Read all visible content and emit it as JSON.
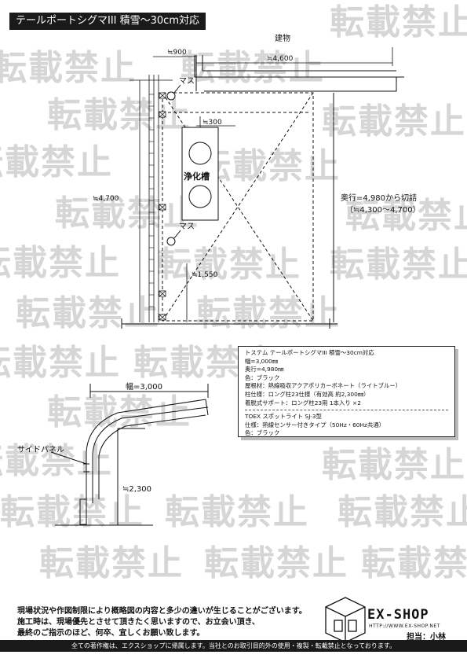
{
  "title": "テールポートシグマIII 積雪～30cm対応",
  "watermark": "転載禁止",
  "plan": {
    "building": "建物",
    "dim_900": "≒900",
    "dim_4600": "≒4,600",
    "dim_300": "≒300",
    "dim_4700": "≒4,700",
    "dim_1550": "≒1,550",
    "masu": "マス",
    "septic": "浄化槽",
    "depth": "奥行=4,980から切詰",
    "depth_range": "（≒4,300～4,700）"
  },
  "elevation": {
    "width": "幅=3,000",
    "side_panel": "サイドパネル",
    "height": "≒2,300"
  },
  "spec": {
    "line1": "トステム テールポートシグマIII 積雪～30cm対応",
    "line2": "幅=3,000㎜",
    "line3": "奥行=4,980㎜",
    "line4": "色：ブラック",
    "line5": "屋根材：熱線吸収アクアポリカーボネート（ライトブルー）",
    "line6": "柱仕様：ロング柱23仕様（有効高 約2,300㎜）",
    "line7": "着脱式サポート：ロング柱23用 1本入り ×2",
    "line8": "TOEX スポットライト SJ-3型",
    "line9": "仕様：熱線センサー付きタイプ（50Hz・60Hz共通）",
    "line10": "色：ブラック"
  },
  "notes": {
    "line1": "現場状況や作図制限により概略図の内容と多少の違いが生じることがございます。",
    "line2": "施工時は、現場優先とさせて頂きたく思いますので、お立会い頂き、",
    "line3": "最終のご指示のほど、何卒、宜しくお願い致します。"
  },
  "logo": {
    "name": "EX-SHOP",
    "url": "HTTP://WWW.EX-SHOP.NET",
    "staff": "担当：小林"
  },
  "footer": "全ての著作権は、エクスショップに帰属します。当社とのお取引目的外の使用・複製・転載禁止となっております。"
}
